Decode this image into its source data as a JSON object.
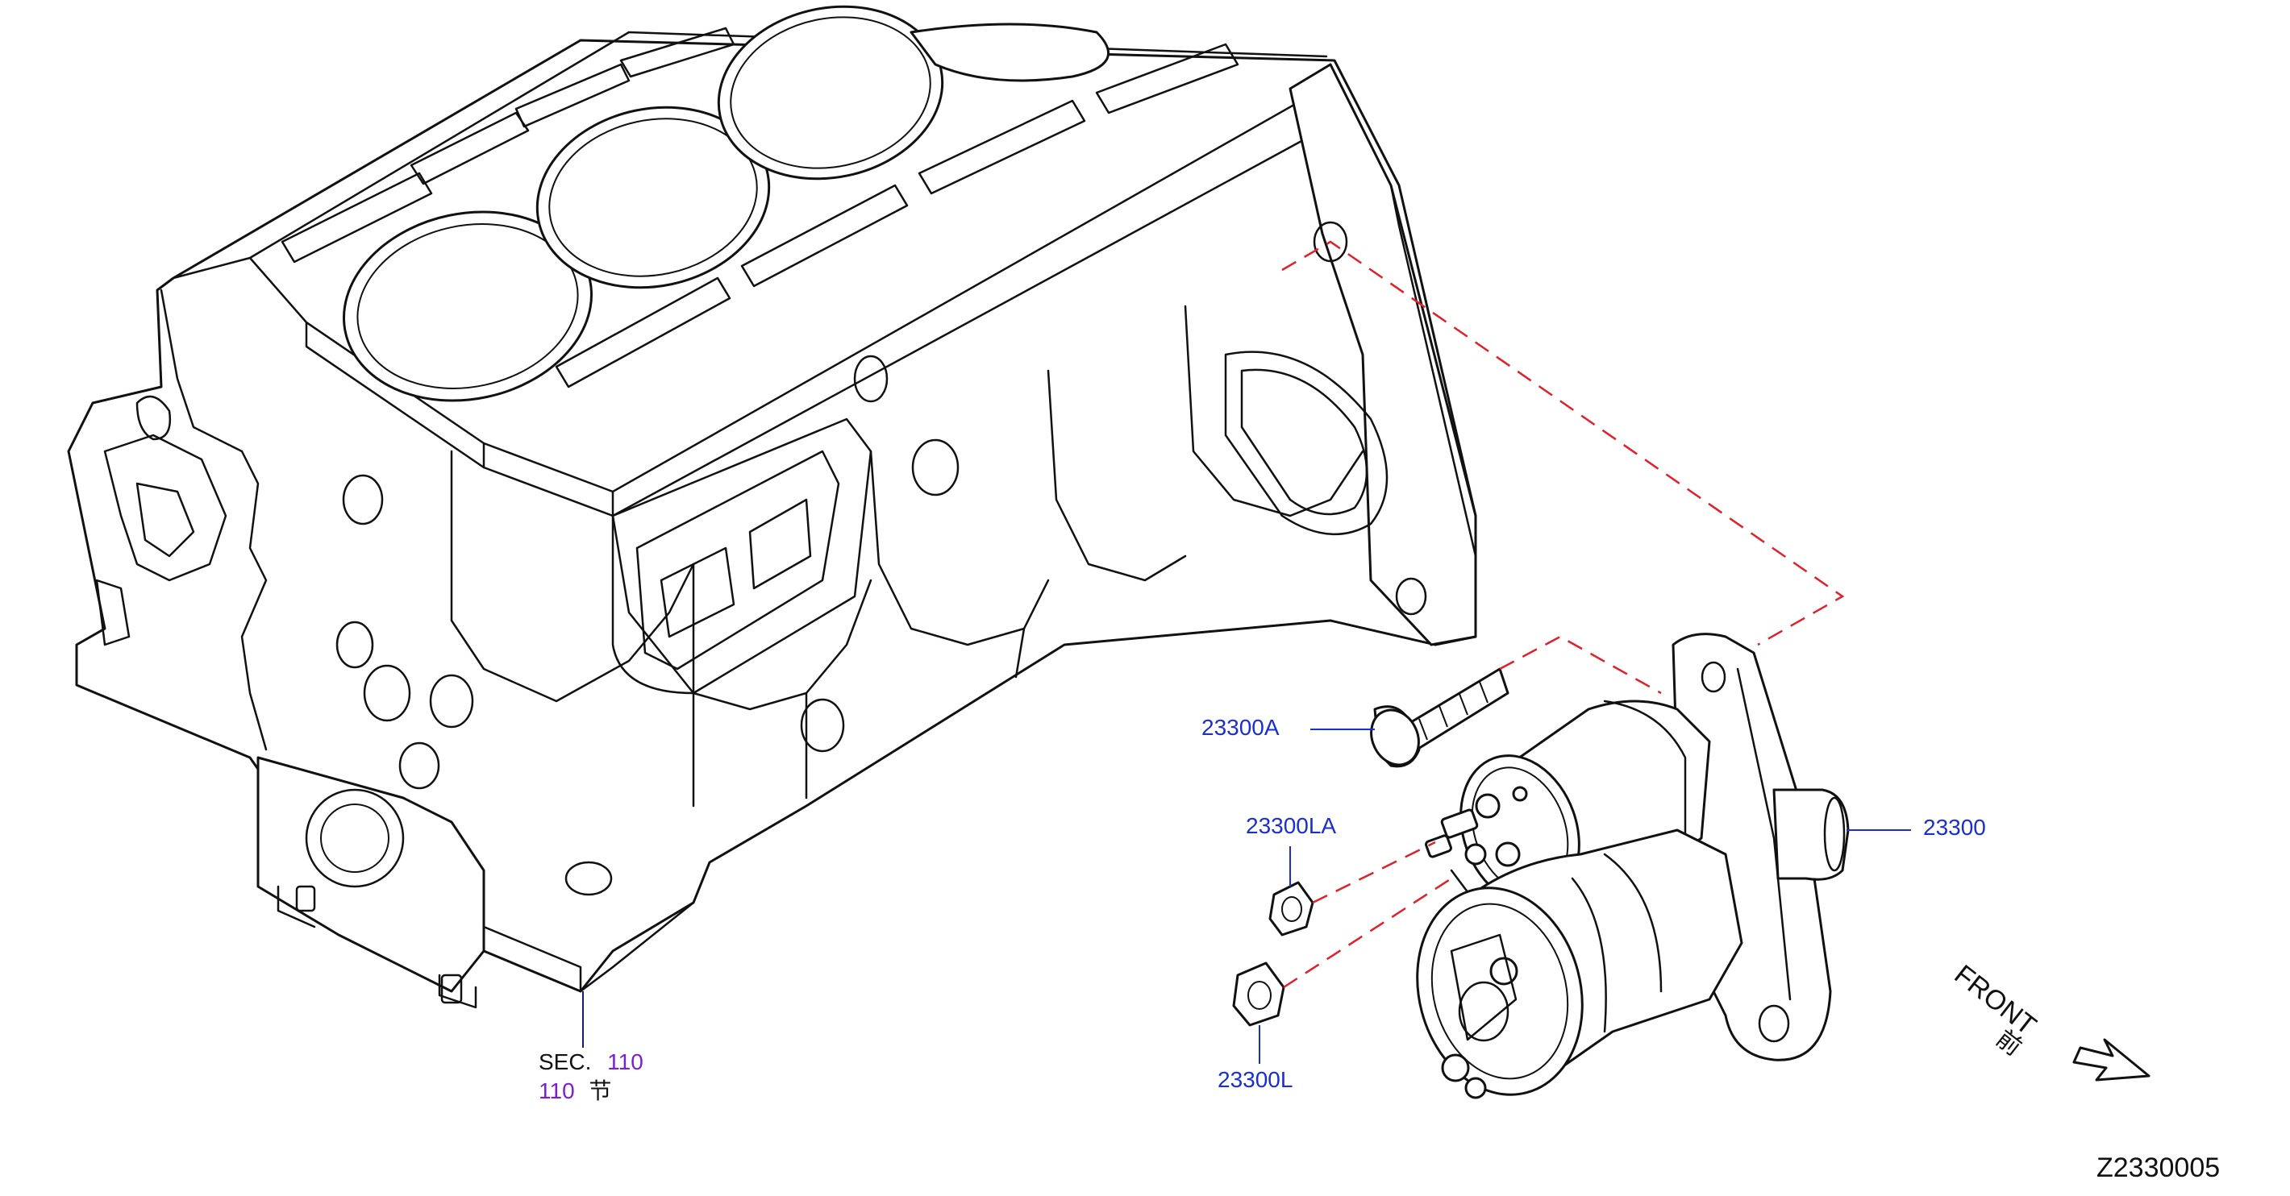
{
  "labels": {
    "bolt": "23300A",
    "nut_upper": "23300LA",
    "nut_lower": "23300L",
    "starter": "23300",
    "sec_prefix": "SEC.",
    "sec_number": "110",
    "sec_number_cjk": "110",
    "sec_cjk_char": "节"
  },
  "direction": {
    "front_label": "FRONT",
    "front_cjk": "前",
    "arrow_icon": "front-arrow-icon"
  },
  "figure_code": "Z2330005",
  "colors": {
    "part_number": "#1b2fd0",
    "section_ref": "#7a1fd6",
    "dashed_guide": "#e0202a",
    "outline": "#111111"
  }
}
